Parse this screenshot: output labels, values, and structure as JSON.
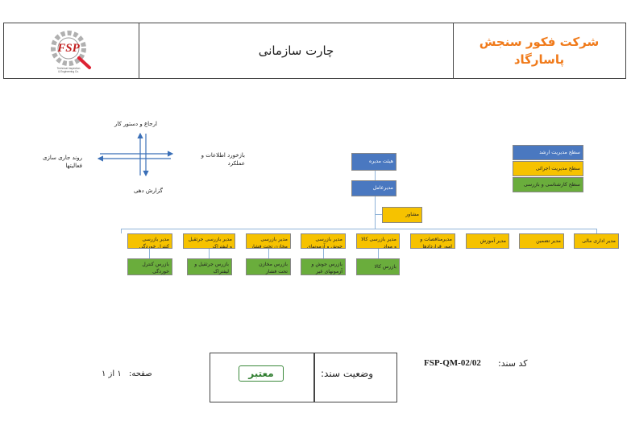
{
  "header": {
    "company_line1": "شرکت فکور سنجش",
    "company_line2": "پاسارگاد",
    "title": "چارت سازمانی",
    "logo_letters": "FSP",
    "logo_sub1": "Technical Inspection",
    "logo_sub2": "& Engineering Co."
  },
  "legend_arrows": {
    "up": "ارجاع و دستور کار",
    "down": "گزارش دهی",
    "left": "روند جاری سازی فعالیتها",
    "right": "بازخورد اطلاعات و عملکرد"
  },
  "legend_levels": {
    "strategic": "سطح مدیریت ارشد",
    "executive": "سطح مدیریت اجرائی",
    "expert": "سطح کارشناسی و بازرسی"
  },
  "org": {
    "board": "هیئت مدیره",
    "ceo": "مدیرعامل",
    "advisor": "مشاور",
    "managers": [
      "مدیر اداری مالی",
      "مدیر تضمین کیفیت",
      "مدیر آموزش",
      "مدیرمناقصات و امور قراردادها",
      "مدیر بازرسی کالا و مواد",
      "مدیر بازرسی جوش و آزمونهای غیر مخرب",
      "مدیر بازرسی مخازن تحت فشار",
      "مدیر بازرسی جرثقیل و لیفتراک",
      "مدیر بازرسی کنترل خوردگی"
    ],
    "inspectors": [
      "بازرس کالا",
      "بازرس جوش و آزمونهای غیر مخرب",
      "بازرس مخازن تحت فشار",
      "بازرس جرثقیل و لیفتراک",
      "بازرس کنترل خوردگی"
    ]
  },
  "footer": {
    "doc_code_label": "کد سند:",
    "doc_code": "FSP-QM-02/02",
    "status_label": "وضعیت سند:",
    "status_value": "معتبر",
    "page_label": "صفحه:",
    "page_value": "۱ از ۱"
  },
  "colors": {
    "blue": "#4a78c0",
    "yellow": "#f6c200",
    "green": "#6aad3c",
    "orange": "#f07a1a"
  }
}
